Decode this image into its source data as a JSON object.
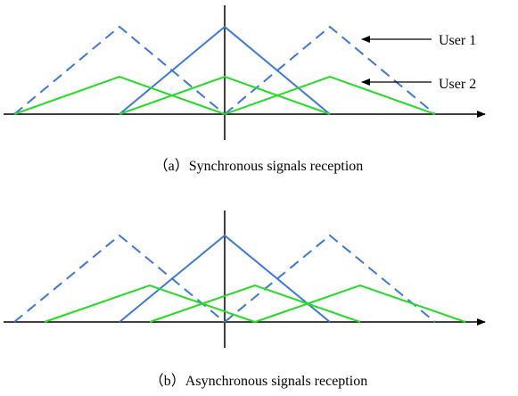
{
  "colors": {
    "user1": "#3a78e0",
    "user2": "#22dd22",
    "axis": "#000000",
    "text": "#000000"
  },
  "legend": {
    "user1_label": "User 1",
    "user2_label": "User 2"
  },
  "panels": [
    {
      "id": "a",
      "caption": "（a）Synchronous signals reception",
      "user1_pulses": [
        {
          "style": "dashed"
        },
        {
          "style": "solid"
        },
        {
          "style": "dashed"
        }
      ],
      "user2_pulses": [
        {
          "style": "solid"
        },
        {
          "style": "solid"
        },
        {
          "style": "solid"
        }
      ]
    },
    {
      "id": "b",
      "caption": "（b）Asynchronous signals reception",
      "user1_pulses": [
        {
          "style": "dashed"
        },
        {
          "style": "solid"
        },
        {
          "style": "dashed"
        }
      ],
      "user2_pulses": [
        {
          "style": "solid"
        },
        {
          "style": "solid"
        },
        {
          "style": "solid"
        }
      ]
    }
  ]
}
